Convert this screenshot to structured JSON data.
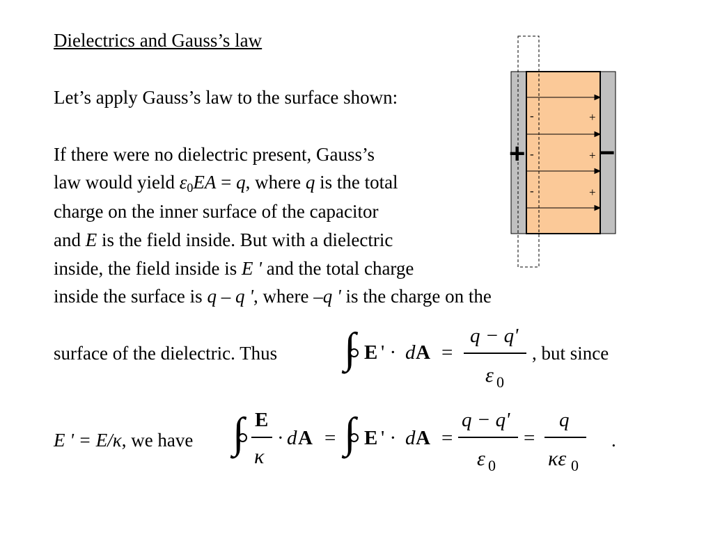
{
  "title": "Dielectrics and Gauss’s law",
  "p1": "Let’s apply Gauss’s law to the surface shown:",
  "p2": {
    "l1": "If there were no dielectric present, Gauss’s",
    "l2a": "law would yield ",
    "eps": "ε",
    "zero": "0",
    "EA": "EA",
    "eq": " = ",
    "q": "q",
    "l2b": ", where ",
    "l2c": " is the total",
    "l3": "charge on the inner surface of the capacitor",
    "l4a": "and ",
    "E": "E",
    "l4b": " is the field inside.  But with a dielectric",
    "l5a": "inside, the field inside is ",
    "Eprime": "E '",
    "l5b": " and the total charge",
    "l6a": "inside the surface is ",
    "qmq": "q – q '",
    "l6b": ", where ",
    "mq": "–q '",
    "l6c": " is the charge on the",
    "l7a": "surface of the dielectric.  Thus",
    "l7b": ", but since",
    "l8a": "E ' = E/κ",
    "l8b": ", we have",
    "l8c": "."
  },
  "equations": {
    "Ebold": "E",
    "prime_dot": "' · ",
    "d": "d",
    "Abold": "A",
    "equals": "=",
    "num1": "q − q'",
    "den1": "ε",
    "den_sub": "0",
    "kappa": "κ",
    "dot": "· ",
    "q": "q",
    "den3": "κε"
  },
  "diagram": {
    "plus_big": "+",
    "minus_big": "−",
    "dash": "-",
    "plus": "+",
    "colors": {
      "plate": "#c0c0c0",
      "dielectric": "#fbc998",
      "outline": "#000000"
    }
  }
}
